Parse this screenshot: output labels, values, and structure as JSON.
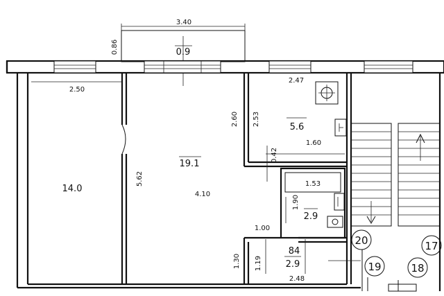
{
  "plan": {
    "balcony": {
      "width": "3.40",
      "depth": "0.86",
      "area": "0.9"
    },
    "rooms": [
      {
        "id": "room-left",
        "area": "14.0",
        "width": "2.50"
      },
      {
        "id": "room-main",
        "area": "19.1",
        "width": "4.10",
        "length": "5.62"
      },
      {
        "id": "kitchen",
        "area": "5.6",
        "width": "2.47",
        "length": "2.53",
        "extra": "1.60"
      },
      {
        "id": "bathroom",
        "area": "2.9",
        "width": "1.53",
        "length": "1.90"
      },
      {
        "id": "hall",
        "area": "2.9",
        "width": "2.48",
        "depth": "1.19",
        "label": "84"
      }
    ],
    "dimensions": {
      "main_to_kitchen_wall": "2.60",
      "corridor_gap": "0.42",
      "corridor_width": "1.00",
      "entry_depth": "1.30"
    },
    "apartment_numbers": [
      "20",
      "17",
      "19",
      "18"
    ]
  }
}
